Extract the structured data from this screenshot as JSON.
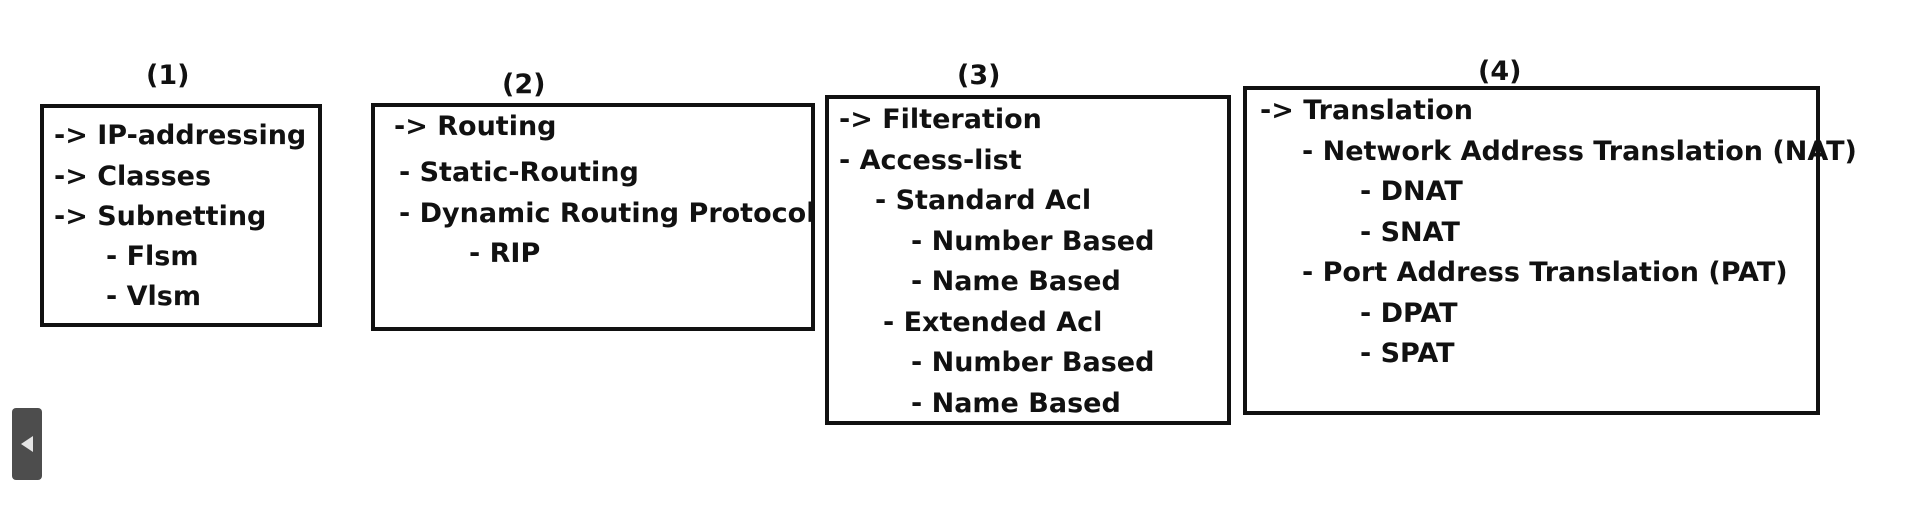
{
  "panels": [
    {
      "number": "(1)",
      "lines": [
        "-> IP-addressing",
        "-> Classes",
        "-> Subnetting",
        "- Flsm",
        "- Vlsm"
      ]
    },
    {
      "number": "(2)",
      "lines": [
        "-> Routing",
        "-  Static-Routing",
        "-  Dynamic Routing Protocol",
        "- RIP"
      ]
    },
    {
      "number": "(3)",
      "lines": [
        "-> Filteration",
        "- Access-list",
        "- Standard Acl",
        "- Number Based",
        "- Name Based",
        "- Extended Acl",
        "- Number Based",
        "- Name Based"
      ]
    },
    {
      "number": "(4)",
      "lines": [
        "-> Translation",
        "- Network Address Translation (NAT)",
        "- DNAT",
        "- SNAT",
        "- Port Address Translation (PAT)",
        "- DPAT",
        "- SPAT"
      ]
    }
  ],
  "side_tab": {
    "icon": "triangle-left-icon"
  }
}
